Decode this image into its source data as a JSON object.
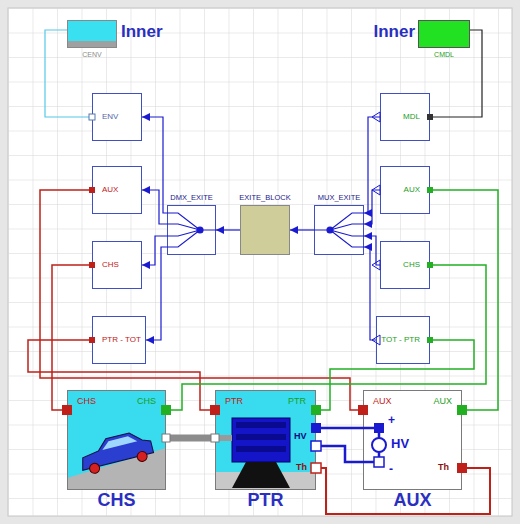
{
  "diagram": {
    "nodes": [
      {
        "text": [
          "Inner",
          "CENV"
        ]
      },
      {
        "text": [
          "Inner",
          "CMDL"
        ]
      },
      {
        "text": [
          "ENV"
        ]
      },
      {
        "text": [
          "AUX"
        ]
      },
      {
        "text": [
          "CHS"
        ]
      },
      {
        "text": [
          "PTR - TOT"
        ]
      },
      {
        "text": [
          "DMX_EXITE"
        ]
      },
      {
        "text": [
          "EXITE_BLOCK"
        ]
      },
      {
        "text": [
          "MUX_EXITE"
        ]
      },
      {
        "text": [
          "MDL"
        ]
      },
      {
        "text": [
          "AUX"
        ]
      },
      {
        "text": [
          "CHS"
        ]
      },
      {
        "text": [
          "TOT - PTR"
        ]
      },
      {
        "text": [
          "CHS",
          "CHS",
          "CHS"
        ]
      },
      {
        "text": [
          "PTR",
          "PTR",
          "HV",
          "Th",
          "PTR"
        ]
      },
      {
        "text": [
          "AUX",
          "AUX",
          "Th",
          "AUX"
        ]
      }
    ],
    "edges": [
      {
        "from": 0,
        "to": 2,
        "arrow": "none"
      },
      {
        "from": 1,
        "to": 9,
        "arrow": "none"
      },
      {
        "from": 9,
        "to": 8,
        "arrow": "to"
      },
      {
        "from": 10,
        "to": 8,
        "arrow": "to"
      },
      {
        "from": 11,
        "to": 8,
        "arrow": "to"
      },
      {
        "from": 12,
        "to": 8,
        "arrow": "to"
      },
      {
        "from": 8,
        "to": 7,
        "arrow": "to"
      },
      {
        "from": 7,
        "to": 6,
        "arrow": "to"
      },
      {
        "from": 6,
        "to": 2,
        "arrow": "to"
      },
      {
        "from": 6,
        "to": 3,
        "arrow": "to"
      },
      {
        "from": 6,
        "to": 4,
        "arrow": "to"
      },
      {
        "from": 6,
        "to": 5,
        "arrow": "to"
      },
      {
        "from": 3,
        "to": 15,
        "arrow": "none"
      },
      {
        "from": 4,
        "to": 13,
        "arrow": "none"
      },
      {
        "from": 5,
        "to": 14,
        "arrow": "none"
      },
      {
        "from": 10,
        "to": 15,
        "arrow": "none"
      },
      {
        "from": 11,
        "to": 13,
        "arrow": "none"
      },
      {
        "from": 12,
        "to": 14,
        "arrow": "none"
      },
      {
        "from": 13,
        "to": 14,
        "arrow": "none"
      },
      {
        "from": 14,
        "to": 15,
        "arrow": "none"
      },
      {
        "from": 14,
        "to": 15,
        "arrow": "none"
      },
      {
        "from": 14,
        "to": 15,
        "arrow": "none"
      }
    ],
    "labels": [
      "+",
      "HV",
      "-"
    ]
  }
}
